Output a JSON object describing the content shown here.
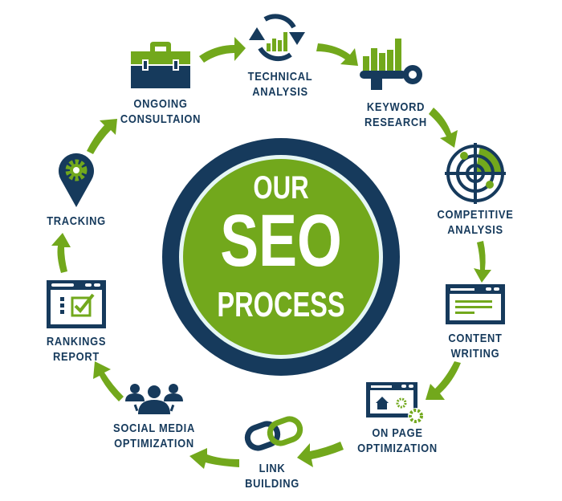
{
  "title": {
    "line1": "OUR",
    "line2": "SEO",
    "line3": "PROCESS"
  },
  "colors": {
    "navy": "#163a5c",
    "green": "#72a81c",
    "ring_gap": "#e6f6f4",
    "white": "#ffffff"
  },
  "steps": [
    {
      "id": "technical-analysis",
      "line1": "TECHNICAL",
      "line2": "ANALYSIS",
      "icon": "refresh-chart-icon"
    },
    {
      "id": "keyword-research",
      "line1": "KEYWORD",
      "line2": "RESEARCH",
      "icon": "key-chart-icon"
    },
    {
      "id": "competitive-analysis",
      "line1": "COMPETITIVE",
      "line2": "ANALYSIS",
      "icon": "radar-icon"
    },
    {
      "id": "content-writing",
      "line1": "CONTENT",
      "line2": "WRITING",
      "icon": "browser-text-icon"
    },
    {
      "id": "on-page-optimization",
      "line1": "ON PAGE",
      "line2": "OPTIMIZATION",
      "icon": "browser-gears-icon"
    },
    {
      "id": "link-building",
      "line1": "LINK",
      "line2": "BUILDING",
      "icon": "chain-link-icon"
    },
    {
      "id": "social-media-optimization",
      "line1": "SOCIAL MEDIA",
      "line2": "OPTIMIZATION",
      "icon": "people-group-icon"
    },
    {
      "id": "rankings-report",
      "line1": "RANKINGS",
      "line2": "REPORT",
      "icon": "browser-checklist-icon"
    },
    {
      "id": "tracking",
      "line1": "TRACKING",
      "line2": "",
      "icon": "location-gear-icon"
    },
    {
      "id": "ongoing-consultation",
      "line1": "ONGOING",
      "line2": "CONSULTAION",
      "icon": "toolbox-icon"
    }
  ]
}
